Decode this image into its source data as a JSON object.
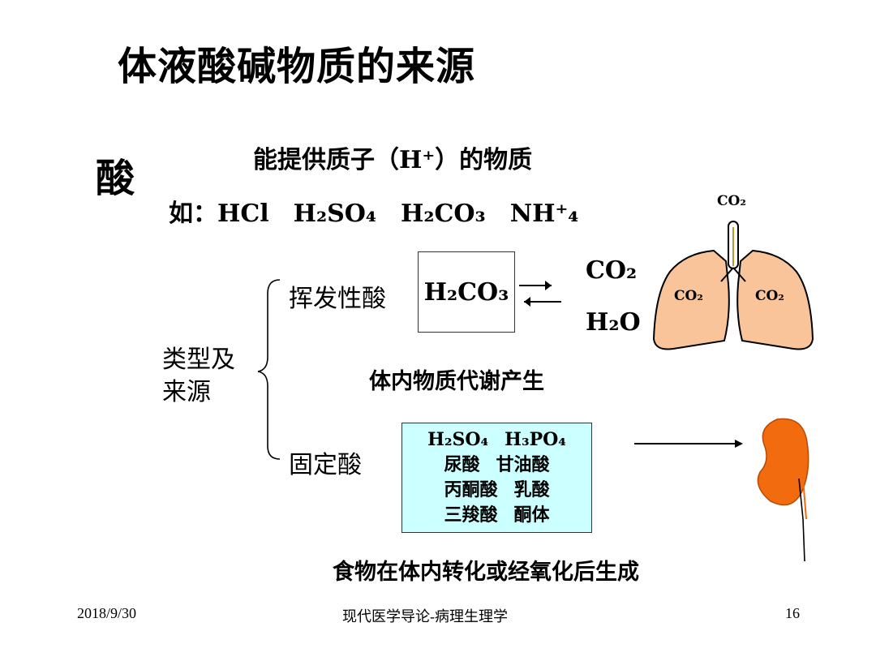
{
  "title": "体液酸碱物质的来源",
  "acid_heading": "酸",
  "definition": "能提供质子（H⁺）的物质",
  "examples": {
    "prefix": "如：",
    "items": [
      "HCl",
      "H₂SO₄",
      "H₂CO₃",
      "NH⁺₄"
    ]
  },
  "category": {
    "line1": "类型及",
    "line2": "来源"
  },
  "volatile": {
    "label": "挥发性酸",
    "acid": "H₂CO₃",
    "product1": "CO₂",
    "product2": "H₂O",
    "source": "体内物质代谢产生"
  },
  "lungs": {
    "trachea_label": "CO₂",
    "left_label": "CO₂",
    "right_label": "CO₂"
  },
  "fixed": {
    "label": "固定酸",
    "acids": [
      [
        "H₂SO₄",
        "H₃PO₄"
      ],
      [
        "尿酸",
        "甘油酸"
      ],
      [
        "丙酮酸",
        "乳酸"
      ],
      [
        "三羧酸",
        "酮体"
      ]
    ],
    "source": "食物在体内转化或经氧化后生成"
  },
  "colors": {
    "lung_fill": "#f9c49a",
    "kidney_fill": "#f26b0f",
    "fixed_box_fill": "#ccffff"
  },
  "footer": {
    "date": "2018/9/30",
    "center": "现代医学导论-病理生理学",
    "page": "16"
  }
}
